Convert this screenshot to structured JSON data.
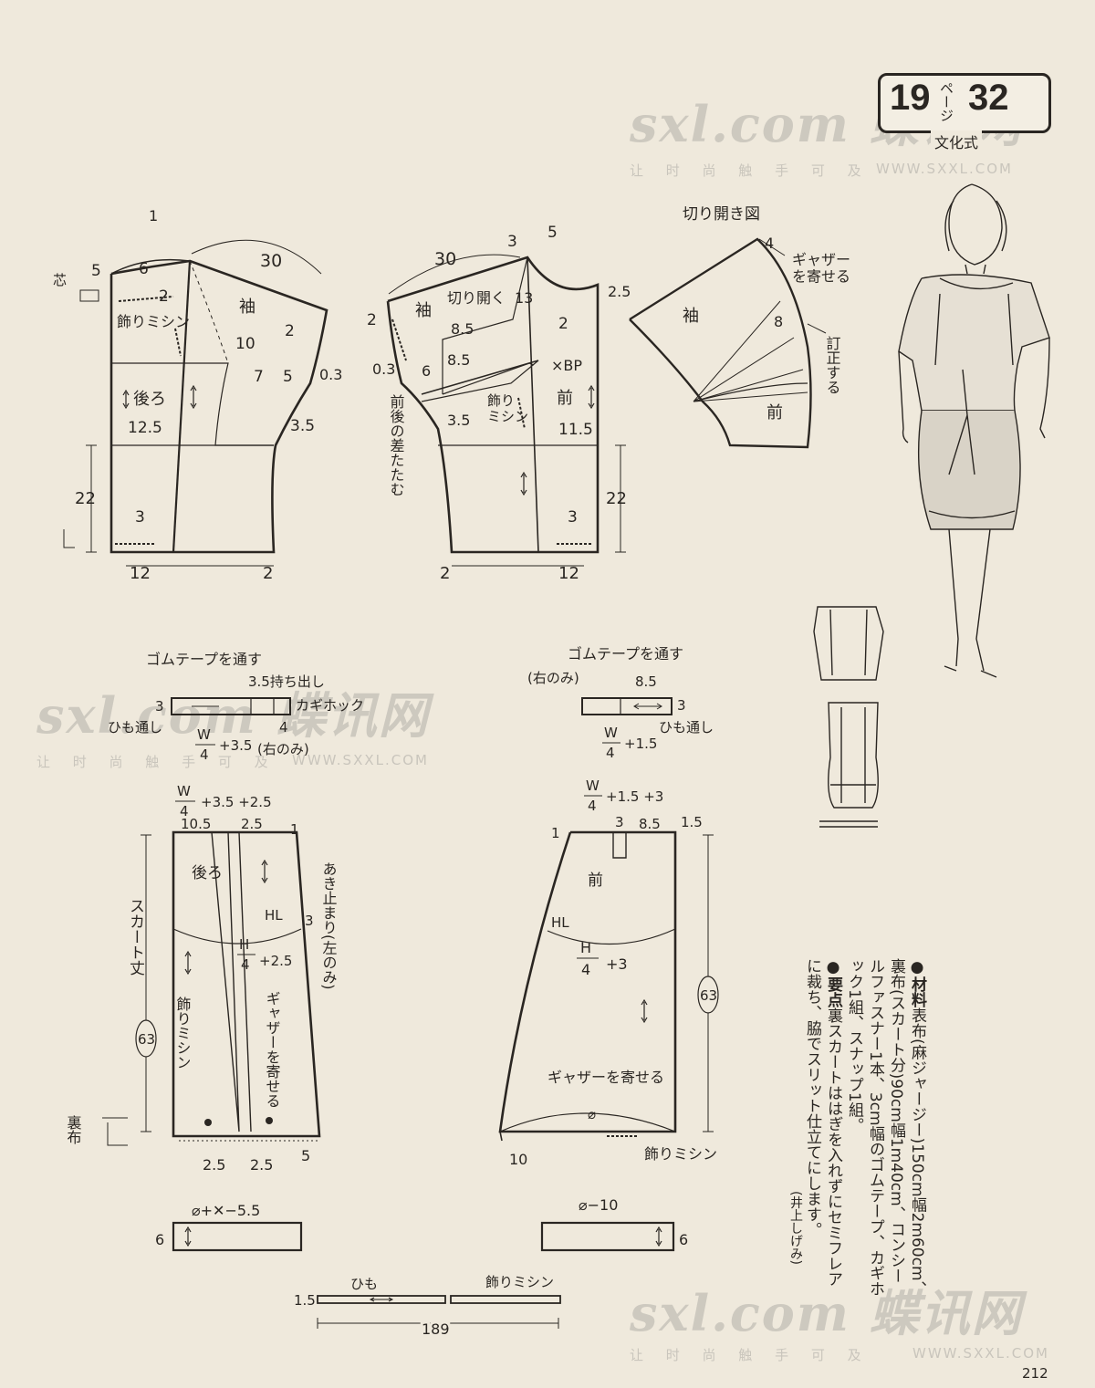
{
  "header": {
    "page_number": "19",
    "page_unit": "ページ",
    "pattern_number": "32",
    "drafting_system": "文化式"
  },
  "watermark": {
    "brand": "sxl.com 蝶讯网",
    "slogan": "让 时 尚 触 手 可 及",
    "url": "WWW.SXXL.COM"
  },
  "bodice_back": {
    "title": "後ろ",
    "sleeve": "袖",
    "stitch": "飾りミシン",
    "interfacing": "芯",
    "m_30": "30",
    "m_1": "1",
    "m_5": "5",
    "m_6": "6",
    "m_2a": "2",
    "m_2b": "2",
    "m_10": "10",
    "m_7": "7",
    "m_5b": "5",
    "m_03": "0.3",
    "m_125": "12.5",
    "m_35": "3.5",
    "m_22": "22",
    "m_3": "3",
    "m_12": "12",
    "m_2c": "2"
  },
  "bodice_front": {
    "title": "前",
    "sleeve": "袖",
    "cut_open": "切り開く",
    "stitch": "飾り\nミシン",
    "fold_note": "前後の差たたむ",
    "bp": "×BP",
    "m_30": "30",
    "m_3": "3",
    "m_5": "5",
    "m_13": "13",
    "m_25": "2.5",
    "m_2a": "2",
    "m_2b": "2",
    "m_85a": "8.5",
    "m_85b": "8.5",
    "m_03": "0.3",
    "m_6": "6",
    "m_35": "3.5",
    "m_115": "11.5",
    "m_22": "22",
    "m_3b": "3",
    "m_2c": "2",
    "m_12": "12"
  },
  "cut_open": {
    "title": "切り開き図",
    "sleeve": "袖",
    "front": "前",
    "gather": "ギャザー\nを寄せる",
    "correct": "訂正する",
    "m_4": "4",
    "m_8": "8"
  },
  "waistband_back": {
    "elastic": "ゴムテープを通す",
    "extension": "3.5持ち出し",
    "hook": "カギホック",
    "right_only": "(右のみ)",
    "tie_channel": "ひも通し",
    "m_3": "3",
    "m_4": "4",
    "formula_num": "W",
    "formula_den": "4",
    "formula_rest": "+3.5"
  },
  "waistband_front": {
    "elastic": "ゴムテープを通す",
    "right_only": "(右のみ)",
    "tie_channel": "ひも通し",
    "m_85": "8.5",
    "m_3": "3",
    "formula_num": "W",
    "formula_den": "4",
    "formula_rest": "+1.5"
  },
  "skirt_back": {
    "title": "後ろ",
    "hl": "HL",
    "stitch": "飾りミシン",
    "gather": "ギャザーを寄せる",
    "opening": "あき止まり(左のみ)",
    "length_label": "スカート丈",
    "length": "63",
    "lining": "裏布",
    "formula_num": "W",
    "formula_den": "4",
    "formula_rest": "+3.5 +2.5",
    "h_num": "H",
    "h_den": "4",
    "h_rest": "+2.5",
    "m_105": "10.5",
    "m_25a": "2.5",
    "m_1": "1",
    "m_3": "3",
    "m_25b": "2.5",
    "m_25c": "2.5",
    "m_5": "5"
  },
  "skirt_front": {
    "title": "前",
    "hl": "HL",
    "stitch": "飾りミシン",
    "gather": "ギャザーを寄せる",
    "length": "63",
    "formula_num": "W",
    "formula_den": "4",
    "formula_rest": "+1.5 +3",
    "h_num": "H",
    "h_den": "4",
    "h_rest": "+3",
    "empty": "⌀",
    "m_1": "1",
    "m_3": "3",
    "m_85": "8.5",
    "m_15": "1.5",
    "m_10": "10"
  },
  "hem_bands": {
    "back_formula": "⌀+✕−5.5",
    "front_formula": "⌀−10",
    "m_6a": "6",
    "m_6b": "6"
  },
  "tie": {
    "label": "ひも",
    "stitch": "飾りミシン",
    "width": "1.5",
    "length": "189"
  },
  "materials": {
    "materials_heading": "●材料",
    "materials_text": "表布(麻ジャージー)150cm幅2m60cm、裏布(スカート分)90cm幅1m40cm、コンシールファスナー1本、3cm幅のゴムテープ、カギホック1組、スナップ1組。",
    "points_heading": "●要点",
    "points_text": "裏スカートははぎを入れずにセミフレアに裁ち、脇でスリット仕立てにします。",
    "credit": "(井上しげみ)"
  },
  "page": {
    "number": "212"
  }
}
